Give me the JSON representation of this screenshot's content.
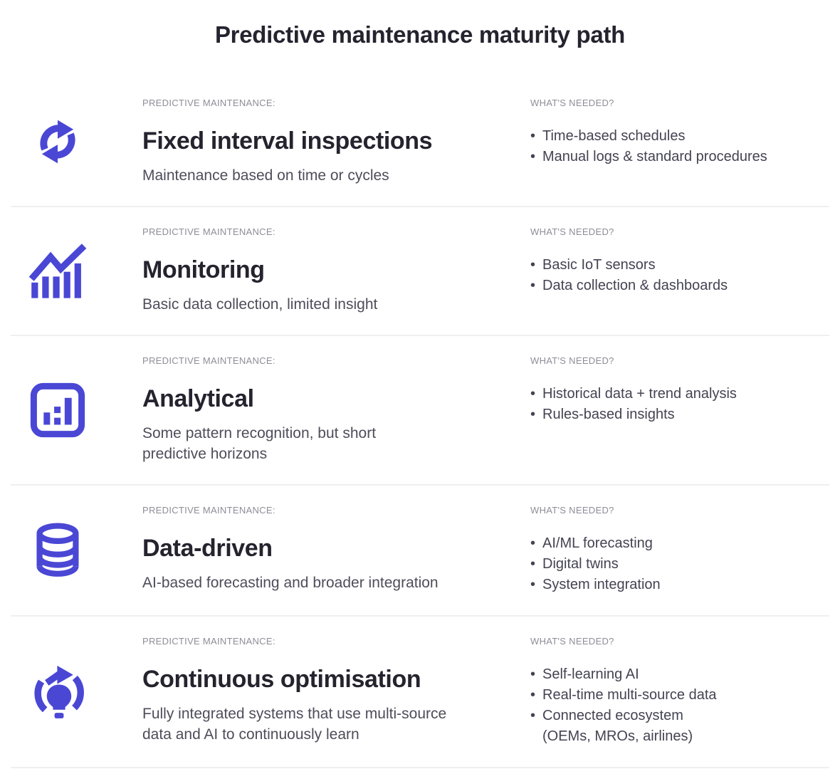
{
  "page": {
    "title": "Predictive maintenance maturity path"
  },
  "labels": {
    "stage_label": "PREDICTIVE MAINTENANCE:",
    "needs_label": "WHAT'S NEEDED?"
  },
  "colors": {
    "accent": "#4a47d5",
    "title_dark": "#25232e",
    "body_text": "#4e4d5a",
    "needs_text": "#444352",
    "label_gray": "#8e8d98",
    "divider": "#efeff2"
  },
  "stages": [
    {
      "icon": "sync-arrows-icon",
      "title": "Fixed interval inspections",
      "description": "Maintenance based on time or cycles",
      "needs": [
        "Time-based schedules",
        "Manual logs & standard procedures"
      ]
    },
    {
      "icon": "trend-bars-icon",
      "title": "Monitoring",
      "description": "Basic data collection, limited insight",
      "needs": [
        "Basic IoT sensors",
        "Data collection & dashboards"
      ]
    },
    {
      "icon": "chart-panel-icon",
      "title": "Analytical",
      "description": "Some pattern recognition, but short predictive horizons",
      "needs": [
        "Historical data + trend analysis",
        "Rules-based insights"
      ]
    },
    {
      "icon": "database-icon",
      "title": "Data-driven",
      "description": "AI-based forecasting and broader integration",
      "needs": [
        "AI/ML forecasting",
        "Digital twins",
        "System integration"
      ]
    },
    {
      "icon": "lightbulb-cycle-icon",
      "title": "Continuous optimisation",
      "description": "Fully integrated systems that use multi-source data and AI to continuously learn",
      "needs": [
        "Self-learning AI",
        "Real-time multi-source data",
        "Connected ecosystem"
      ],
      "needs_note": "(OEMs, MROs, airlines)"
    }
  ]
}
